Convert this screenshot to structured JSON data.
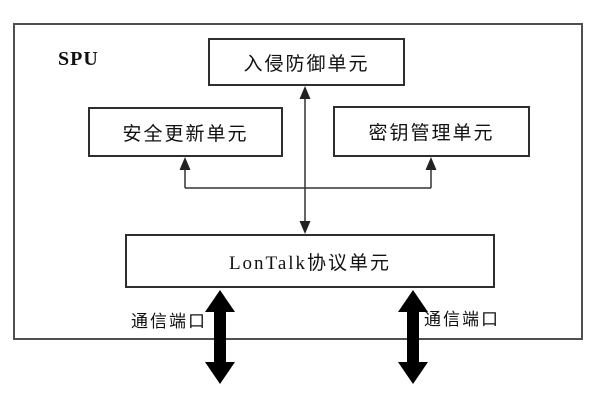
{
  "diagram": {
    "type": "block-diagram",
    "container_label": "SPU",
    "blocks": {
      "intrusion_prevention": "入侵防御单元",
      "security_update": "安全更新单元",
      "key_management": "密钥管理单元",
      "lontalk_protocol": "LonTalk协议单元"
    },
    "port_labels": {
      "left": "通信端口",
      "right": "通信端口"
    },
    "connections": [
      "入侵防御单元 <-> LonTalk协议单元 (double-headed thin arrow)",
      "junction line -> 安全更新单元 (arrow up)",
      "junction line -> 密钥管理单元 (arrow up)",
      "LonTalk协议单元 <-> 通信端口 left (thick double arrow through SPU boundary)",
      "LonTalk协议单元 <-> 通信端口 right (thick double arrow through SPU boundary)"
    ],
    "colors": {
      "background": "#ffffff",
      "box_border": "#2e2e2e",
      "outer_border": "#4f4f4f",
      "thin_line": "#333333",
      "thick_arrow": "#000000",
      "text": "#111111"
    }
  }
}
